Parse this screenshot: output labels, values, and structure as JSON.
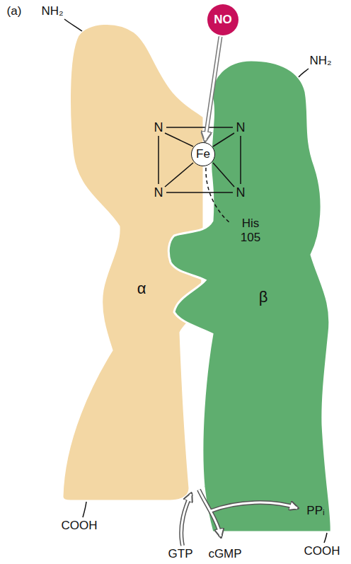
{
  "diagram": {
    "nodes": [
      {
        "text": [
          "NO"
        ]
      },
      {
        "text": [
          "Fe"
        ]
      },
      {
        "text": [
          "α"
        ]
      },
      {
        "text": [
          "β"
        ]
      }
    ],
    "edges": [
      {
        "from": 0,
        "to": 1,
        "arrow": "to"
      }
    ],
    "labels": [
      "(a)",
      "NH₂",
      "NH₂",
      "N",
      "N",
      "N",
      "N",
      "His 105",
      "COOH",
      "COOH",
      "GTP",
      "cGMP",
      "PPᵢ"
    ]
  }
}
